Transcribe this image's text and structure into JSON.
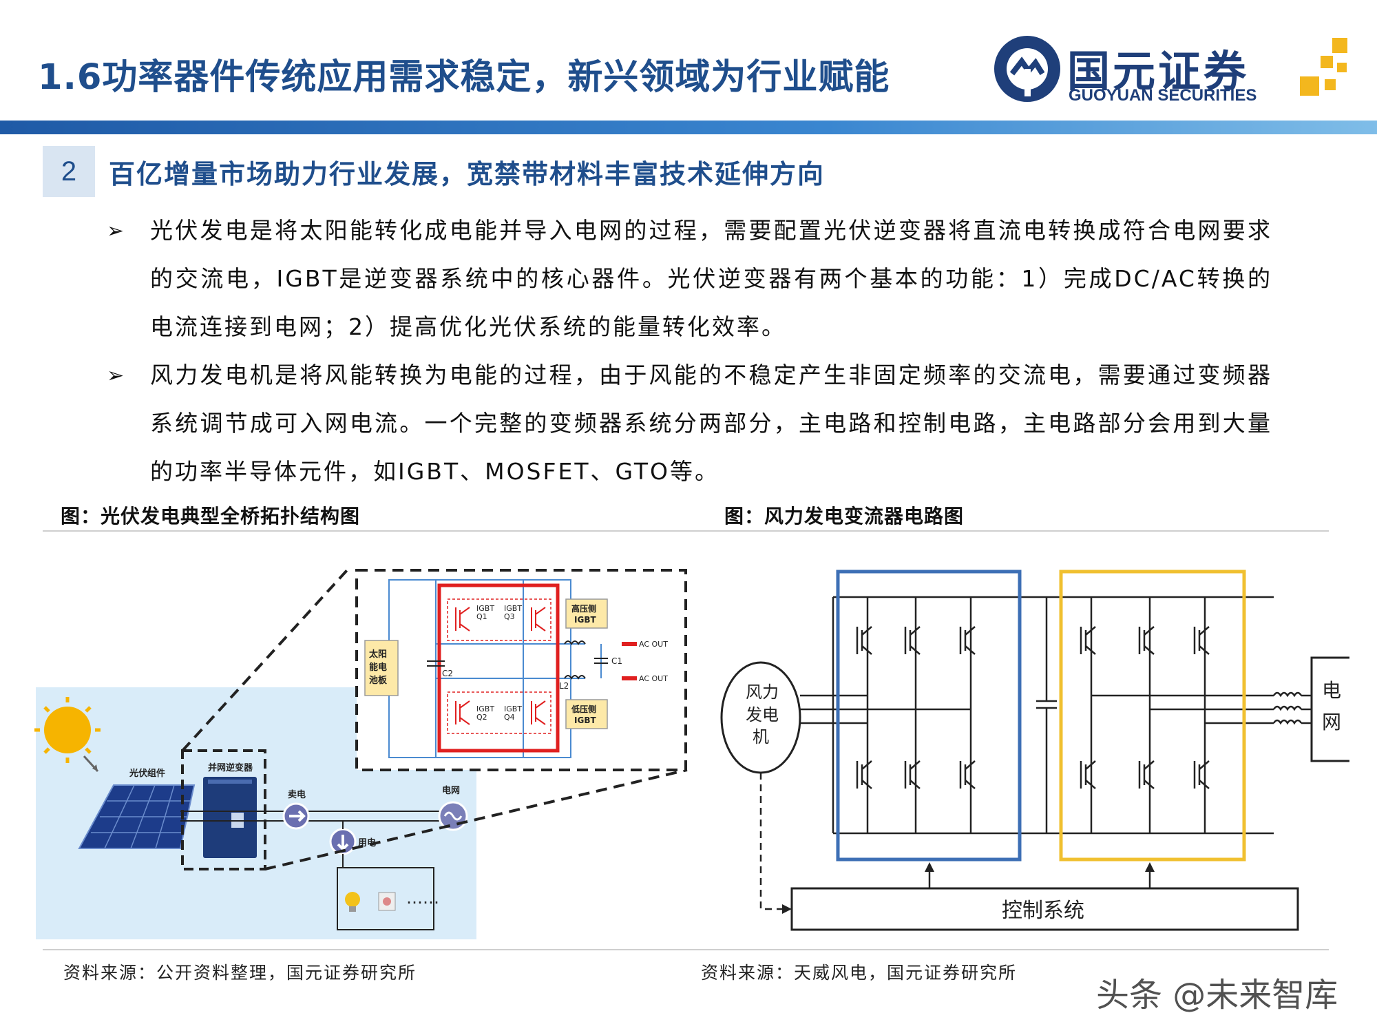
{
  "header": {
    "title": "1.6功率器件传统应用需求稳定，新兴领域为行业赋能",
    "logo_cn": "国元证券",
    "logo_en": "GUOYUAN SECURITIES"
  },
  "section": {
    "number": "2",
    "title": "百亿增量市场助力行业发展，宽禁带材料丰富技术延伸方向"
  },
  "bullet_marker": "➢",
  "paragraphs": [
    "光伏发电是将太阳能转化成电能并导入电网的过程，需要配置光伏逆变器将直流电转换成符合电网要求的交流电，IGBT是逆变器系统中的核心器件。光伏逆变器有两个基本的功能：1）完成DC/AC转换的电流连接到电网；2）提高优化光伏系统的能量转化效率。",
    "风力发电机是将风能转换为电能的过程，由于风能的不稳定产生非固定频率的交流电，需要通过变频器系统调节成可入网电流。一个完整的变频器系统分两部分，主电路和控制电路，主电路部分会用到大量的功率半导体元件，如IGBT、MOSFET、GTO等。"
  ],
  "figures": {
    "left": {
      "caption": "图：光伏发电典型全桥拓扑结构图",
      "labels": {
        "pv_module": "光伏组件",
        "inverter": "并网逆变器",
        "sell": "卖电",
        "grid": "电网",
        "use": "用电",
        "dots": "……",
        "solar_panel": [
          "太阳",
          "能电",
          "池板"
        ],
        "c2": "C2",
        "c1": "C1",
        "l2": "L2",
        "igbt_q1": [
          "IGBT",
          "Q1"
        ],
        "igbt_q3": [
          "IGBT",
          "Q3"
        ],
        "igbt_q2": [
          "IGBT",
          "Q2"
        ],
        "igbt_q4": [
          "IGBT",
          "Q4"
        ],
        "high_side": [
          "高压侧",
          "IGBT"
        ],
        "low_side": [
          "低压侧",
          "IGBT"
        ],
        "ac_out_1": "AC OUT",
        "ac_out_2": "AC OUT"
      },
      "source": "资料来源：公开资料整理，国元证券研究所"
    },
    "right": {
      "caption": "图：风力发电变流器电路图",
      "labels": {
        "generator": [
          "风力",
          "发电",
          "机"
        ],
        "grid": [
          "电",
          "网"
        ],
        "control": "控制系统"
      },
      "source": "资料来源：天威风电，国元证券研究所"
    }
  },
  "watermark": "头条 @未来智库",
  "colors": {
    "title_blue": "#1f4e8c",
    "rect_blue": "#3d6fb5",
    "rect_yellow": "#f0c030",
    "highlight_red": "#e02020"
  }
}
